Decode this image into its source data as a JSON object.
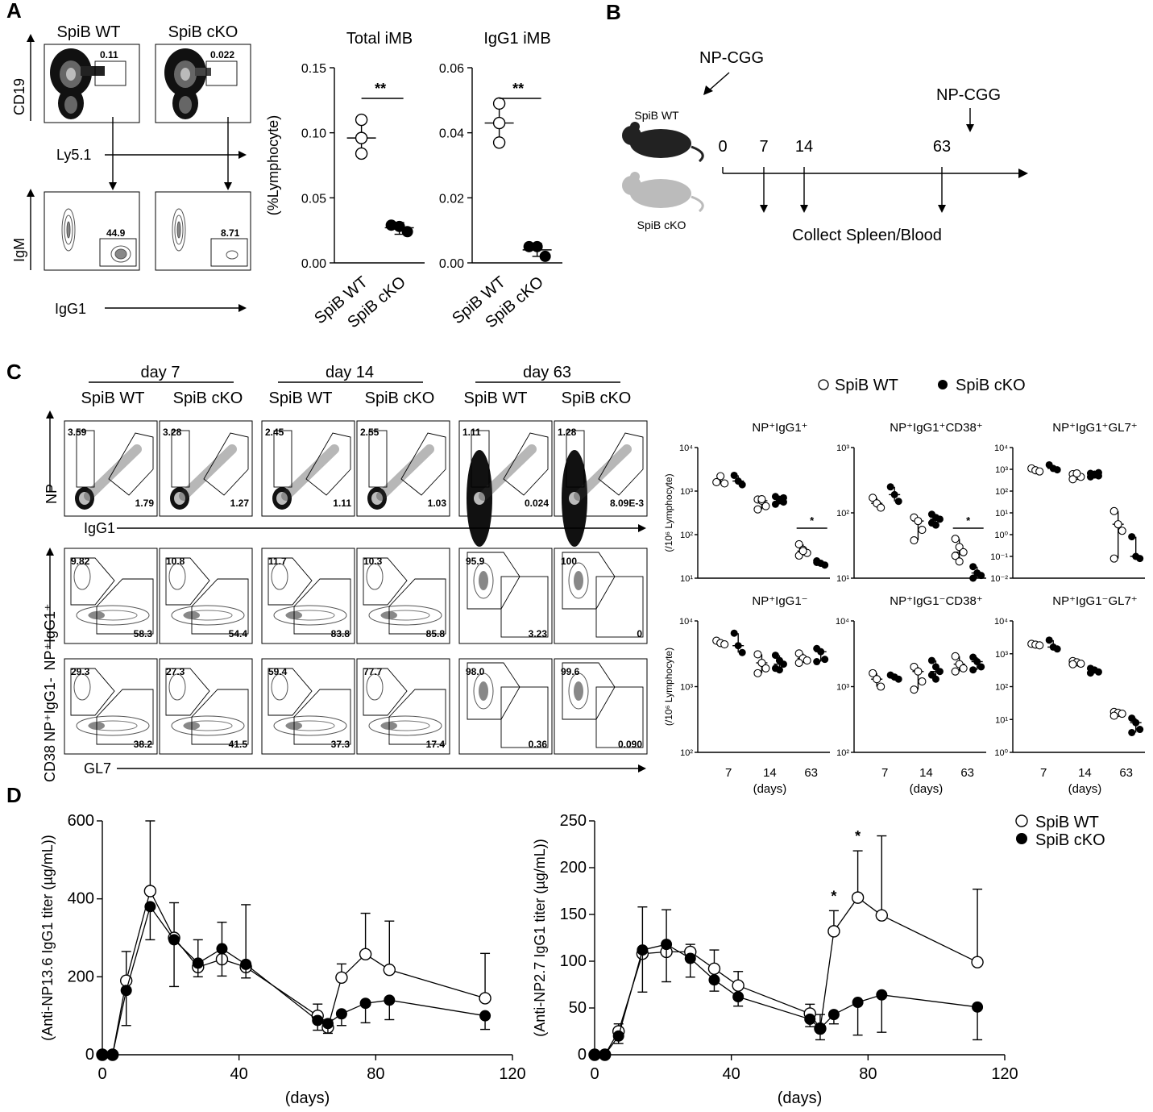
{
  "panels": {
    "A": "A",
    "B": "B",
    "C": "C",
    "D": "D"
  },
  "groups": {
    "wt": "SpiB WT",
    "cko": "SpiB cKO"
  },
  "panelA": {
    "facs_top_labels": {
      "y": "CD19",
      "x": "Ly5.1",
      "gate_wt": "0.11",
      "gate_cko": "0.022"
    },
    "facs_bottom_labels": {
      "y": "IgM",
      "x": "IgG1",
      "gate_wt": "44.9",
      "gate_cko": "8.71"
    }
  },
  "panelB": {
    "np_cgg_primary": "NP-CGG",
    "np_cgg_boost": "NP-CGG",
    "days": [
      "0",
      "7",
      "14",
      "63"
    ],
    "collect": "Collect Spleen/Blood"
  },
  "panelC": {
    "day_headers": [
      "day 7",
      "day 14",
      "day 63"
    ],
    "row_labels": {
      "r1_y": "NP",
      "r1_x": "IgG1",
      "r2_y": "NP⁺IgG1⁺",
      "r3_y": "NP⁺IgG1-",
      "r3_y2": "CD38",
      "r3_x": "GL7"
    },
    "row1_gates": [
      {
        "tl": "3.59",
        "br": "1.79"
      },
      {
        "tl": "3.28",
        "br": "1.27"
      },
      {
        "tl": "2.45",
        "br": "1.11"
      },
      {
        "tl": "2.55",
        "br": "1.03"
      },
      {
        "tl": "1.11",
        "br": "0.024"
      },
      {
        "tl": "1.28",
        "br": "8.09E-3"
      }
    ],
    "row2_gates": [
      {
        "tl": "9.82",
        "br": "58.3"
      },
      {
        "tl": "10.8",
        "br": "54.4"
      },
      {
        "tl": "11.7",
        "br": "83.8"
      },
      {
        "tl": "10.3",
        "br": "85.8"
      },
      {
        "tl": "95.9",
        "br": "3.23"
      },
      {
        "tl": "100",
        "br": "0"
      }
    ],
    "row3_gates": [
      {
        "tl": "29.3",
        "br": "38.2"
      },
      {
        "tl": "27.3",
        "br": "41.5"
      },
      {
        "tl": "59.4",
        "br": "37.3"
      },
      {
        "tl": "77.7",
        "br": "17.4"
      },
      {
        "tl": "98.0",
        "br": "0.36"
      },
      {
        "tl": "99.6",
        "br": "0.090"
      }
    ],
    "legend": {
      "wt": "SpiB WT",
      "cko": "SpiB cKO"
    }
  },
  "chart_data": [
    {
      "id": "A-total",
      "type": "scatter",
      "title": "Total iMB",
      "ylabel": "(%Lymphocyte)",
      "ylim": [
        0,
        0.15
      ],
      "yticks": [
        "0.00",
        "0.05",
        "0.10",
        "0.15"
      ],
      "ytick_values": [
        0,
        0.05,
        0.1,
        0.15
      ],
      "categories": [
        "SpiB WT",
        "SpiB cKO"
      ],
      "series": [
        {
          "name": "SpiB WT",
          "values": [
            0.11,
            0.096,
            0.084
          ],
          "mean": 0.096,
          "sd_low": 0.084,
          "sd_high": 0.11
        },
        {
          "name": "SpiB cKO",
          "values": [
            0.029,
            0.028,
            0.024
          ],
          "mean": 0.027,
          "sd_low": 0.022,
          "sd_high": 0.031
        }
      ],
      "annotation": "**"
    },
    {
      "id": "A-igg1",
      "type": "scatter",
      "title": "IgG1 iMB",
      "ylim": [
        0,
        0.06
      ],
      "yticks": [
        "0.00",
        "0.02",
        "0.04",
        "0.06"
      ],
      "ytick_values": [
        0,
        0.02,
        0.04,
        0.06
      ],
      "categories": [
        "SpiB WT",
        "SpiB cKO"
      ],
      "series": [
        {
          "name": "SpiB WT",
          "values": [
            0.049,
            0.043,
            0.037
          ],
          "mean": 0.043,
          "sd_low": 0.037,
          "sd_high": 0.049
        },
        {
          "name": "SpiB cKO",
          "values": [
            0.005,
            0.005,
            0.002
          ],
          "mean": 0.004,
          "sd_low": 0.002,
          "sd_high": 0.006
        }
      ],
      "annotation": "**"
    },
    {
      "id": "C-1",
      "type": "scatter",
      "title": "NP⁺IgG1⁺",
      "log": true,
      "ylabel": "(/10⁶ Lymphocyte)",
      "ydecades": [
        1,
        4
      ],
      "yticks": [
        "10¹",
        "10²",
        "10³",
        "10⁴"
      ],
      "x": [
        "7",
        "14",
        "63"
      ],
      "xlabel": "",
      "series": [
        {
          "name": "SpiB WT",
          "values": [
            [
              1600,
              2200,
              1500
            ],
            [
              640,
              600,
              450,
              380,
              650
            ],
            [
              60,
              45,
              38,
              33,
              42
            ]
          ]
        },
        {
          "name": "SpiB cKO",
          "values": [
            [
              2300,
              1700,
              1400
            ],
            [
              750,
              650,
              560,
              500,
              600,
              700
            ],
            [
              25,
              22,
              20,
              23
            ]
          ]
        }
      ],
      "sig_day": "63",
      "annotation": "*"
    },
    {
      "id": "C-2",
      "type": "scatter",
      "title": "NP⁺IgG1⁺CD38⁺",
      "log": true,
      "ydecades": [
        1,
        3
      ],
      "yticks": [
        "10¹",
        "10²",
        "10³"
      ],
      "x": [
        "7",
        "14",
        "63"
      ],
      "series": [
        {
          "name": "SpiB WT",
          "values": [
            [
              170,
              140,
              120
            ],
            [
              85,
              75,
              55,
              38
            ],
            [
              40,
              30,
              25,
              22,
              18
            ]
          ]
        },
        {
          "name": "SpiB cKO",
          "values": [
            [
              250,
              190,
              150
            ],
            [
              95,
              85,
              80,
              70,
              65
            ],
            [
              15,
              12,
              11,
              10
            ]
          ]
        }
      ],
      "sig_day": "63",
      "annotation": "*"
    },
    {
      "id": "C-3",
      "type": "scatter",
      "title": "NP⁺IgG1⁺GL7⁺",
      "log": true,
      "ydecades": [
        -2,
        4
      ],
      "yticks": [
        "10⁻²",
        "10⁻¹",
        "10⁰",
        "10¹",
        "10²",
        "10³",
        "10⁴"
      ],
      "x": [
        "7",
        "14",
        "63"
      ],
      "series": [
        {
          "name": "SpiB WT",
          "values": [
            [
              1100,
              900,
              800
            ],
            [
              600,
              500,
              450,
              350,
              650
            ],
            [
              12,
              3,
              1.5,
              0.08
            ]
          ]
        },
        {
          "name": "SpiB cKO",
          "values": [
            [
              1600,
              1100,
              950
            ],
            [
              650,
              550,
              500,
              450,
              600,
              700
            ],
            [
              0.8,
              0.1,
              0.08
            ]
          ]
        }
      ]
    },
    {
      "id": "C-4",
      "type": "scatter",
      "title": "NP⁺IgG1⁻",
      "log": true,
      "ylabel": "(/10⁶ Lymphocyte)",
      "ydecades": [
        2,
        4
      ],
      "yticks": [
        "10²",
        "10³",
        "10⁴"
      ],
      "x": [
        "7",
        "14",
        "63"
      ],
      "xlabel": "(days)",
      "series": [
        {
          "name": "SpiB WT",
          "values": [
            [
              5000,
              4600,
              4400
            ],
            [
              3100,
              2300,
              1900,
              1600
            ],
            [
              3200,
              2700,
              2500,
              2300
            ]
          ]
        },
        {
          "name": "SpiB cKO",
          "values": [
            [
              6500,
              4200,
              3300
            ],
            [
              3000,
              2500,
              2200,
              1900,
              1800
            ],
            [
              3800,
              3400,
              2600,
              2400
            ]
          ]
        }
      ]
    },
    {
      "id": "C-5",
      "type": "scatter",
      "title": "NP⁺IgG1⁻CD38⁺",
      "log": true,
      "ydecades": [
        2,
        4
      ],
      "yticks": [
        "10²",
        "10³",
        "10⁴"
      ],
      "x": [
        "7",
        "14",
        "63"
      ],
      "xlabel": "(days)",
      "series": [
        {
          "name": "SpiB WT",
          "values": [
            [
              1600,
              1300,
              1000
            ],
            [
              2000,
              1700,
              1200,
              900
            ],
            [
              2900,
              2200,
              1900,
              1700
            ]
          ]
        },
        {
          "name": "SpiB cKO",
          "values": [
            [
              1500,
              1400,
              1300
            ],
            [
              2500,
              2000,
              1700,
              1500,
              1300
            ],
            [
              2800,
              2400,
              2000,
              1800
            ]
          ]
        }
      ]
    },
    {
      "id": "C-6",
      "type": "scatter",
      "title": "NP⁺IgG1⁻GL7⁺",
      "log": true,
      "ydecades": [
        0,
        4
      ],
      "yticks": [
        "10⁰",
        "10¹",
        "10²",
        "10³",
        "10⁴"
      ],
      "x": [
        "7",
        "14",
        "63"
      ],
      "xlabel": "(days)",
      "series": [
        {
          "name": "SpiB WT",
          "values": [
            [
              2000,
              1900,
              1800
            ],
            [
              600,
              550,
              500,
              480
            ],
            [
              17,
              16,
              15,
              13
            ]
          ]
        },
        {
          "name": "SpiB cKO",
          "values": [
            [
              2600,
              1600,
              1400
            ],
            [
              360,
              320,
              280,
              260
            ],
            [
              11,
              8,
              5,
              4
            ]
          ]
        }
      ]
    },
    {
      "id": "D-left",
      "type": "line",
      "ylabel": "(Anti-NP13.6 IgG1 titer (µg/mL))",
      "xlabel": "(days)",
      "ylim": [
        0,
        600
      ],
      "xlim": [
        0,
        120
      ],
      "yticks": [
        "0",
        "200",
        "400",
        "600"
      ],
      "ytick_values": [
        0,
        200,
        400,
        600
      ],
      "xticks": [
        "0",
        "40",
        "80",
        "120"
      ],
      "xtick_values": [
        0,
        40,
        80,
        120
      ],
      "series": [
        {
          "name": "SpiB WT",
          "x": [
            0,
            3,
            7,
            14,
            21,
            28,
            35,
            42,
            63,
            66,
            70,
            77,
            84,
            112
          ],
          "y": [
            0,
            0,
            190,
            420,
            300,
            225,
            245,
            225,
            100,
            70,
            198,
            258,
            218,
            145
          ],
          "err": [
            0,
            0,
            75,
            180,
            90,
            70,
            95,
            160,
            30,
            20,
            35,
            105,
            125,
            115
          ]
        },
        {
          "name": "SpiB cKO",
          "x": [
            0,
            3,
            7,
            14,
            21,
            28,
            35,
            42,
            63,
            66,
            70,
            77,
            84,
            112
          ],
          "y": [
            0,
            0,
            165,
            380,
            295,
            235,
            272,
            232,
            88,
            80,
            105,
            132,
            140,
            100
          ],
          "err": [
            0,
            0,
            90,
            85,
            120,
            35,
            70,
            35,
            25,
            25,
            30,
            50,
            50,
            35
          ]
        }
      ]
    },
    {
      "id": "D-right",
      "type": "line",
      "ylabel": "(Anti-NP2.7 IgG1 titer (µg/mL))",
      "xlabel": "(days)",
      "ylim": [
        0,
        250
      ],
      "xlim": [
        0,
        120
      ],
      "yticks": [
        "0",
        "50",
        "100",
        "150",
        "200",
        "250"
      ],
      "ytick_values": [
        0,
        50,
        100,
        150,
        200,
        250
      ],
      "xticks": [
        "0",
        "40",
        "80",
        "120"
      ],
      "xtick_values": [
        0,
        40,
        80,
        120
      ],
      "series": [
        {
          "name": "SpiB WT",
          "x": [
            0,
            3,
            7,
            14,
            21,
            28,
            35,
            42,
            63,
            66,
            70,
            77,
            84,
            112
          ],
          "y": [
            0,
            0,
            25,
            108,
            110,
            110,
            92,
            74,
            44,
            28,
            132,
            168,
            149,
            99
          ],
          "err": [
            0,
            0,
            8,
            50,
            45,
            8,
            20,
            15,
            10,
            15,
            22,
            50,
            85,
            78
          ]
        },
        {
          "name": "SpiB cKO",
          "x": [
            0,
            3,
            7,
            14,
            21,
            28,
            35,
            42,
            63,
            66,
            70,
            77,
            84,
            112
          ],
          "y": [
            0,
            0,
            20,
            112,
            118,
            103,
            80,
            62,
            38,
            28,
            43,
            56,
            64,
            51
          ],
          "err": [
            0,
            0,
            8,
            45,
            40,
            20,
            12,
            10,
            8,
            12,
            10,
            35,
            40,
            35
          ]
        }
      ],
      "annotations": [
        {
          "x": 70,
          "text": "*"
        },
        {
          "x": 77,
          "text": "*"
        }
      ],
      "legend": {
        "wt": "SpiB WT",
        "cko": "SpiB cKO"
      }
    }
  ]
}
